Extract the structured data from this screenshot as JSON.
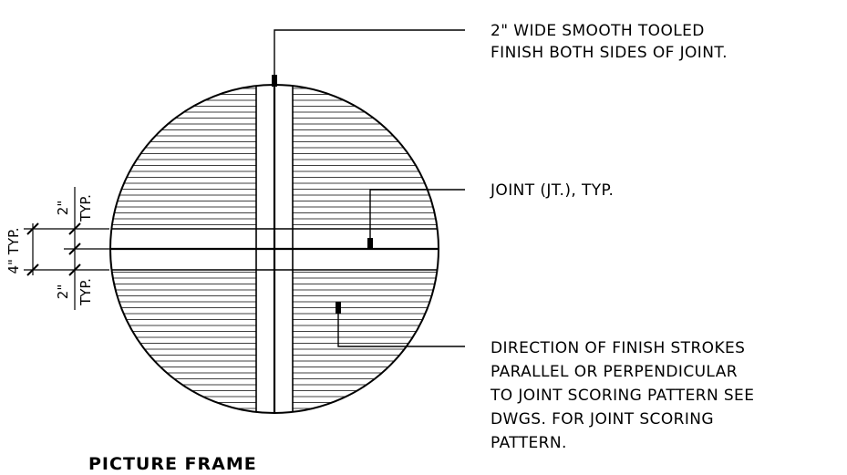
{
  "title": "PICTURE FRAME",
  "notes": {
    "tooled_finish": [
      "2\" WIDE SMOOTH TOOLED",
      "FINISH BOTH SIDES OF JOINT."
    ],
    "joint": [
      "JOINT (JT.), TYP."
    ],
    "finish_direction": [
      "DIRECTION OF FINISH STROKES",
      "PARALLEL OR PERPENDICULAR",
      "TO JOINT SCORING PATTERN SEE",
      "DWGS. FOR JOINT SCORING",
      "PATTERN."
    ]
  },
  "dimensions": {
    "upper": [
      "2\"",
      "TYP."
    ],
    "lower": [
      "2\"",
      "TYP."
    ],
    "overall": "4\" TYP."
  },
  "colors": {
    "line": "#000000",
    "background": "#ffffff"
  }
}
